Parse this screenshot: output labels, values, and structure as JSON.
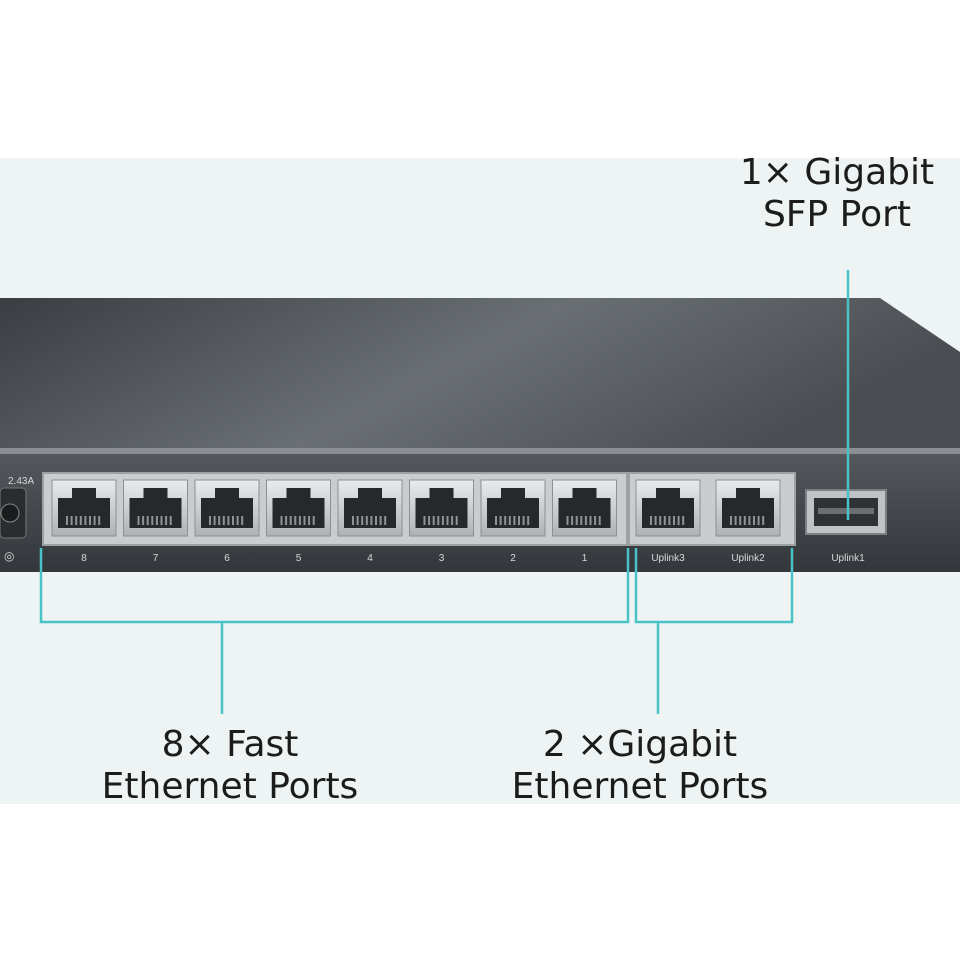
{
  "colors": {
    "backdrop": "#eef3f3",
    "callout_line": "#49c3c9",
    "chassis_top": "#55595f",
    "chassis_front": "#3d4146",
    "port_label": "#d7d9db"
  },
  "power_rating": "2.43A",
  "ports": {
    "fast_labels": [
      "8",
      "7",
      "6",
      "5",
      "4",
      "3",
      "2",
      "1"
    ],
    "gigabit_labels": [
      "Uplink3",
      "Uplink2"
    ],
    "sfp_label": "Uplink1"
  },
  "callouts": {
    "sfp": {
      "line1": "1× Gigabit",
      "line2": "SFP Port"
    },
    "fast": {
      "line1": "8× Fast",
      "line2": "Ethernet Ports"
    },
    "gigabit": {
      "line1": "2 ×Gigabit",
      "line2": "Ethernet Ports"
    }
  }
}
